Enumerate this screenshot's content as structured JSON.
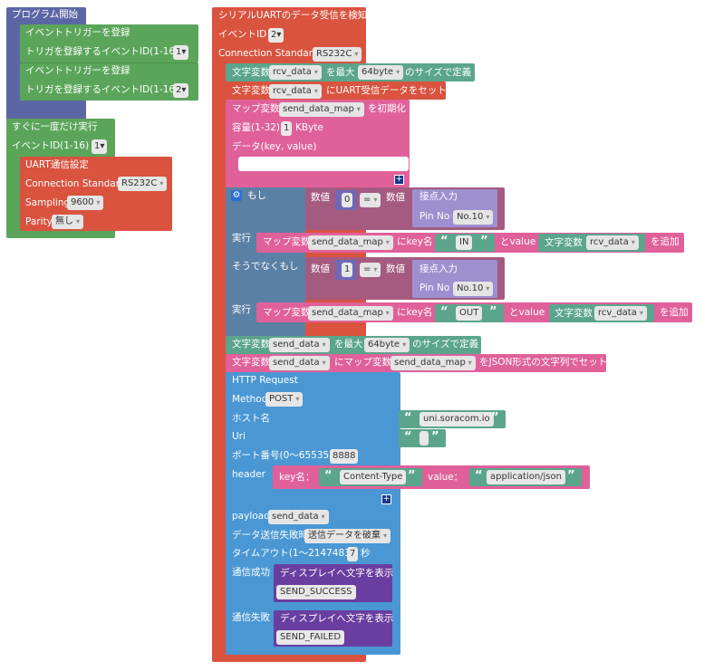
{
  "program_start": {
    "title": "プログラム開始",
    "trigger_label": "イベントトリガーを登録",
    "trigger_id_label": "トリガを登録するイベントID(1-16)",
    "trigger_ids": [
      "1",
      "2"
    ]
  },
  "run_once": {
    "title": "すぐに一度だけ実行",
    "event_id_label": "イベントID(1-16)",
    "event_id": "1",
    "uart_title": "UART通信設定",
    "conn_std_label": "Connection Standard",
    "conn_std_value": "RS232C",
    "sampling_label": "Sampling",
    "sampling_value": "9600",
    "parity_label": "Parity",
    "parity_value": "無し"
  },
  "serial": {
    "title": "シリアルUARTのデータ受信を検知",
    "event_id_label": "イベントID",
    "event_id": "2",
    "conn_std_label": "Connection Standard",
    "conn_std_value": "RS232C",
    "strvar1": {
      "prefix": "文字変数",
      "var": "rcv_data",
      "mid": "を最大",
      "size": "64byte",
      "suffix": "のサイズで定義"
    },
    "uart_set": {
      "prefix": "文字変数",
      "var": "rcv_data",
      "suffix": "にUART受信データをセット"
    },
    "map_init": {
      "prefix": "マップ変数",
      "var": "send_data_map",
      "suffix": "を初期化",
      "cap_label": "容量(1-32)",
      "cap_value": "1",
      "cap_unit": "KByte",
      "data_label": "データ(key, value)"
    },
    "if_label": "もし",
    "elseif_label": "そうでなくもし",
    "then_label": "実行",
    "cond1": {
      "num_label": "数値",
      "num": "0",
      "op": "=",
      "num_label2": "数値",
      "contact": "接点入力",
      "pin_label": "Pin No",
      "pin": "No.10"
    },
    "cond2": {
      "num_label": "数値",
      "num": "1",
      "op": "=",
      "num_label2": "数値",
      "contact": "接点入力",
      "pin_label": "Pin No",
      "pin": "No.10"
    },
    "add1": {
      "prefix": "マップ変数",
      "var": "send_data_map",
      "key_label": "にkey名",
      "key": "IN",
      "value_label": "とvalue",
      "value_prefix": "文字変数",
      "value_var": "rcv_data",
      "suffix": "を追加"
    },
    "add2": {
      "prefix": "マップ変数",
      "var": "send_data_map",
      "key_label": "にkey名",
      "key": "OUT",
      "value_label": "とvalue",
      "value_prefix": "文字変数",
      "value_var": "rcv_data",
      "suffix": "を追加"
    },
    "strvar2": {
      "prefix": "文字変数",
      "var": "send_data",
      "mid": "を最大",
      "size": "64byte",
      "suffix": "のサイズで定義"
    },
    "json_set": {
      "prefix": "文字変数",
      "var": "send_data",
      "mid": "にマップ変数",
      "map": "send_data_map",
      "suffix": "をJSON形式の文字列でセット"
    },
    "http": {
      "title": "HTTP Request",
      "method_label": "Method",
      "method": "POST",
      "host_label": "ホスト名",
      "host": "uni.soracom.io",
      "uri_label": "Uri",
      "uri": "",
      "port_label": "ポート番号(0～65535)",
      "port": "8888",
      "header_label": "header",
      "key_label": "key名：",
      "key": "Content-Type",
      "value_label": "value：",
      "value": "application/json",
      "payload_label": "payload",
      "payload": "send_data",
      "fail_label": "データ送信失敗時",
      "fail_action": "送信データを破棄",
      "timeout_label": "タイムアウト(1〜2147483)",
      "timeout": "7",
      "timeout_unit": "秒",
      "success_label": "通信成功",
      "failure_label": "通信失敗",
      "display_label": "ディスプレイへ文字を表示",
      "success_text": "SEND_SUCCESS",
      "failure_text": "SEND_FAILED"
    }
  },
  "colors": {
    "event": "#5b67a5",
    "green": "#5ba55b",
    "red": "#d9533f",
    "teal": "#5ba58c",
    "pink": "#e0619a",
    "blue": "#4a97d4",
    "purple": "#6a3ea0",
    "ctrl": "#5b80a5",
    "cond": "#a55b80",
    "lilac": "#9e8fcf"
  }
}
